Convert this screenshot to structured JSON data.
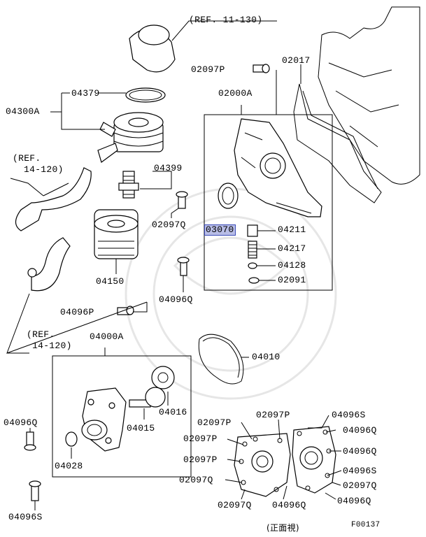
{
  "labels": {
    "ref_11_130": "(REF. 11-130)",
    "p02097P_top": "02097P",
    "p02017": "02017",
    "p04379": "04379",
    "p04300A": "04300A",
    "p02000A": "02000A",
    "ref_14_120_a_line1": "(REF.",
    "ref_14_120_a_line2": "14-120)",
    "p04399": "04399",
    "p02097Q_mid": "02097Q",
    "p03070": "03070",
    "p04211": "04211",
    "p04217": "04217",
    "p04128": "04128",
    "p02091": "02091",
    "p04150": "04150",
    "p04096Q_mid": "04096Q",
    "p04096P": "04096P",
    "ref_14_120_b_line1": "(REF.",
    "ref_14_120_b_line2": "14-120)",
    "p04000A": "04000A",
    "p04010": "04010",
    "p04016": "04016",
    "p04015": "04015",
    "p04096Q_left": "04096Q",
    "p04028": "04028",
    "p04096S_left": "04096S",
    "p02097P_a": "02097P",
    "p02097P_b": "02097P",
    "p02097P_c": "02097P",
    "p02097P_d": "02097P",
    "p02097Q_a": "02097Q",
    "p02097Q_b": "02097Q",
    "p02097Q_c": "02097Q",
    "p04096S_r1": "04096S",
    "p04096Q_r1": "04096Q",
    "p04096Q_r2": "04096Q",
    "p04096S_r2": "04096S",
    "p04096Q_r3": "04096Q",
    "p04096Q_bottom": "04096Q",
    "front_view": "(正面視)",
    "figure_code": "F00137"
  },
  "highlighted_part": "03070",
  "colors": {
    "highlight_fill": "#b8bde6",
    "highlight_border": "#3b4bb8"
  }
}
